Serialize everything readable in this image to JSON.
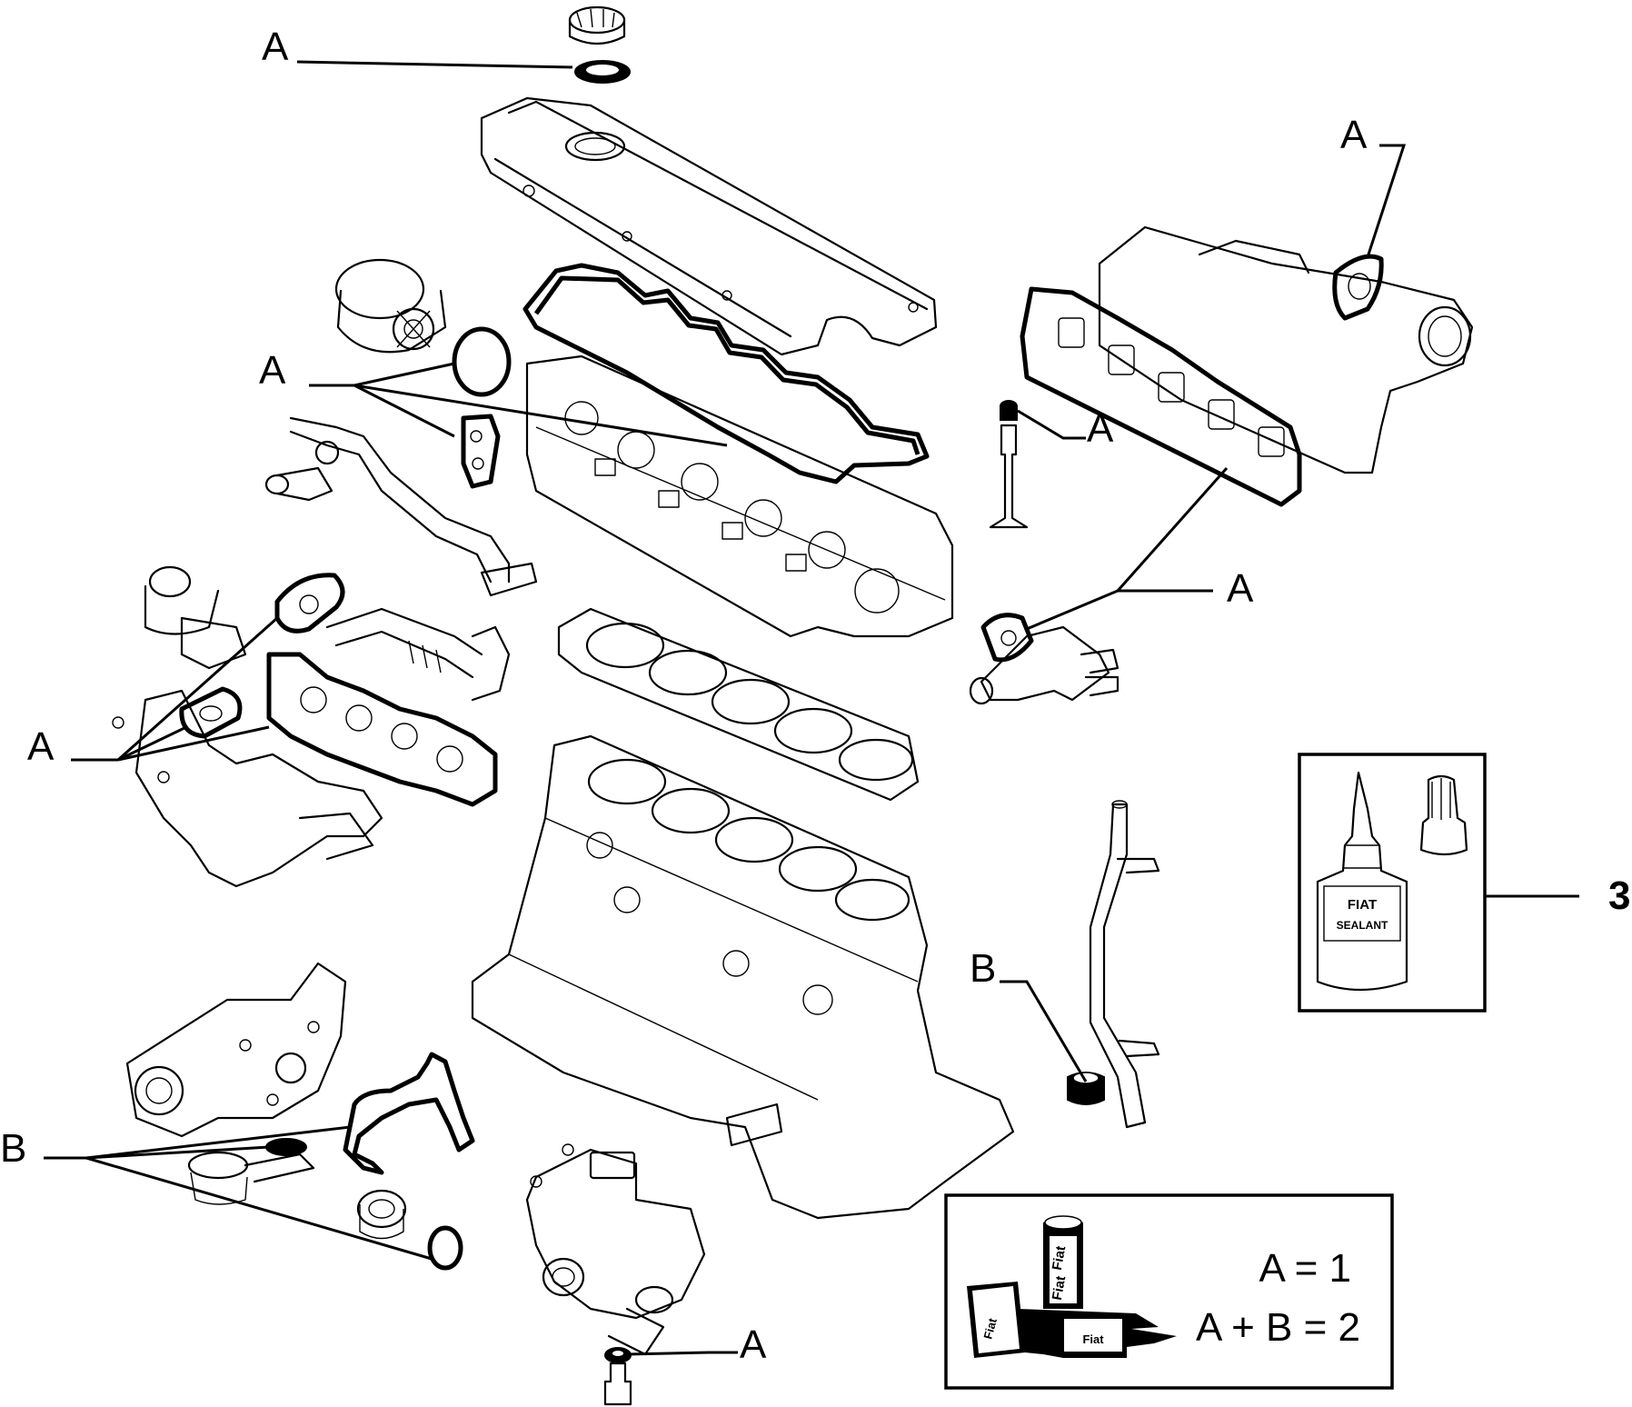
{
  "callouts": {
    "a_top_cap": "A",
    "a_top_right": "A",
    "a_upper_left": "A",
    "a_valve": "A",
    "a_intake_right": "A",
    "a_left_exhaust": "A",
    "a_bottom": "A",
    "b_right": "B",
    "b_left": "B",
    "item_3": "3"
  },
  "legend": {
    "line1": "A = 1",
    "line2": "A + B = 2",
    "tube_text_top": "Fiat",
    "tube_text_bottom": "Fiat",
    "box_left_text": "Fiat",
    "box_right_text": "Fiat"
  },
  "sealant_bottle": {
    "label_line1": "FIAT",
    "label_line2": "SEALANT"
  }
}
